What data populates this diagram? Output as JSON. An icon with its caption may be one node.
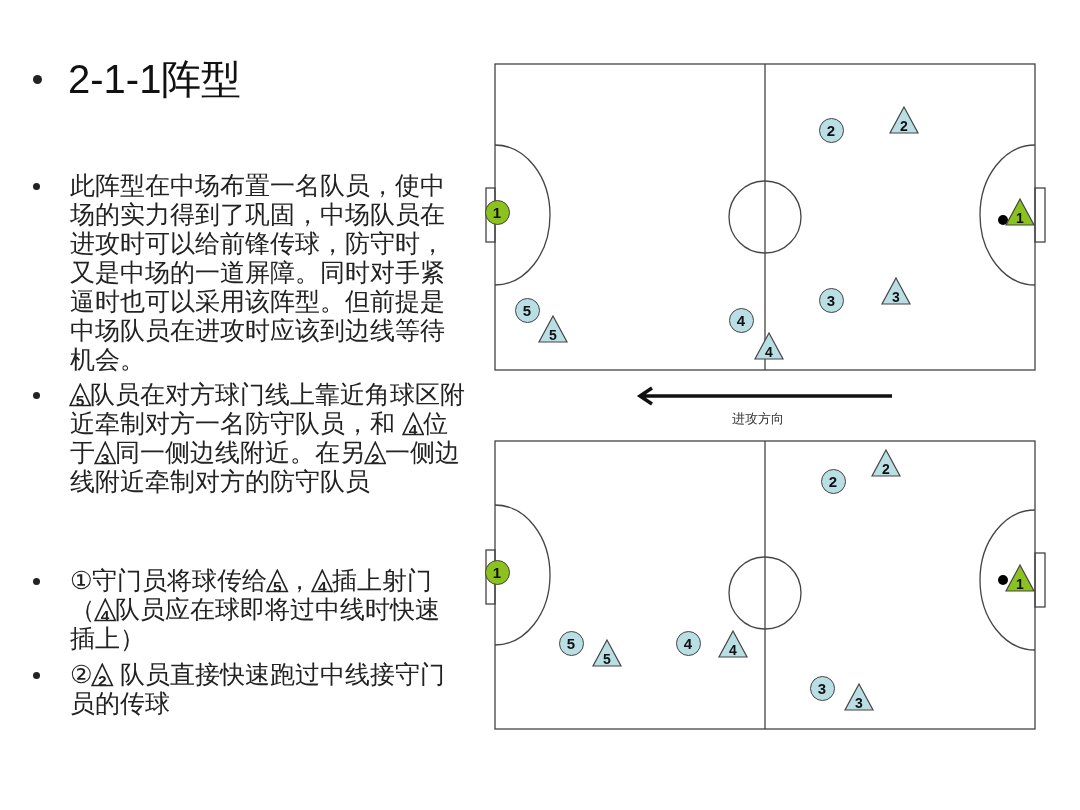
{
  "diagram": {
    "title": "2-1-1阵型",
    "nodes": [
      {
        "text": [],
        "shape": "box"
      },
      {
        "text": [
          "1"
        ],
        "in": 0
      },
      {
        "text": [
          "2"
        ],
        "in": 0
      },
      {
        "text": [
          "2"
        ],
        "in": 0
      },
      {
        "text": [
          "3"
        ],
        "in": 0
      },
      {
        "text": [
          "3"
        ],
        "in": 0
      },
      {
        "text": [
          "5"
        ],
        "in": 0
      },
      {
        "text": [
          "5"
        ],
        "in": 0
      },
      {
        "text": [
          "4"
        ],
        "in": 0
      },
      {
        "text": [
          "4"
        ],
        "in": 0
      },
      {
        "text": [
          "1"
        ],
        "in": 0
      },
      {
        "text": [],
        "shape": "box"
      },
      {
        "text": [
          "2"
        ],
        "in": 11
      },
      {
        "text": [
          "2"
        ],
        "in": 11
      },
      {
        "text": [
          "1"
        ],
        "in": 11
      },
      {
        "text": [
          "5"
        ],
        "in": 11
      },
      {
        "text": [
          "5"
        ],
        "in": 11
      },
      {
        "text": [
          "4"
        ],
        "in": 11
      },
      {
        "text": [
          "4"
        ],
        "in": 11
      },
      {
        "text": [
          "1"
        ],
        "in": 11
      },
      {
        "text": [
          "3"
        ],
        "in": 11
      },
      {
        "text": [
          "3"
        ],
        "in": 11
      }
    ],
    "labels": [
      "此阵型在中场布置一名队员，使中场的实力得到了巩固，中场队员在进攻时可以给前锋传球，防守时，又是中场的一道屏障。同时对手紧逼时也可以采用该阵型。但前提是中场队员在进攻时应该到边线等待机会。",
      "5队员在对方球门线上靠近角球区附近牵制对方一名防守队员，和 4位于3同一侧边线附近。在另2一侧边线附近牵制对方的防守队员",
      "①守门员将球传给5，4插上射门（4队员应在球即将过中线时快速插上）",
      "②2 队员直接快速跑过中线接守门员的传球",
      "进攻方向"
    ]
  }
}
